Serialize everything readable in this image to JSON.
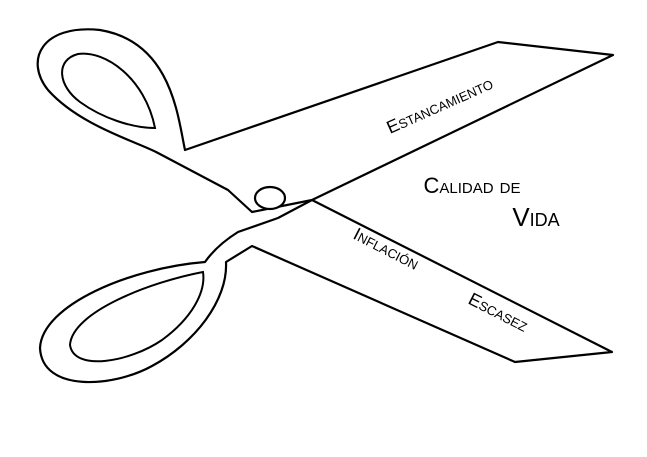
{
  "diagram": {
    "center_label_line1": "Calidad de",
    "center_label_line2": "Vida",
    "upper_blade_label": "Estancamiento",
    "lower_blade_label_1": "Inflación",
    "lower_blade_label_2": "Escasez",
    "stroke_color": "#000000",
    "background_color": "#ffffff"
  }
}
